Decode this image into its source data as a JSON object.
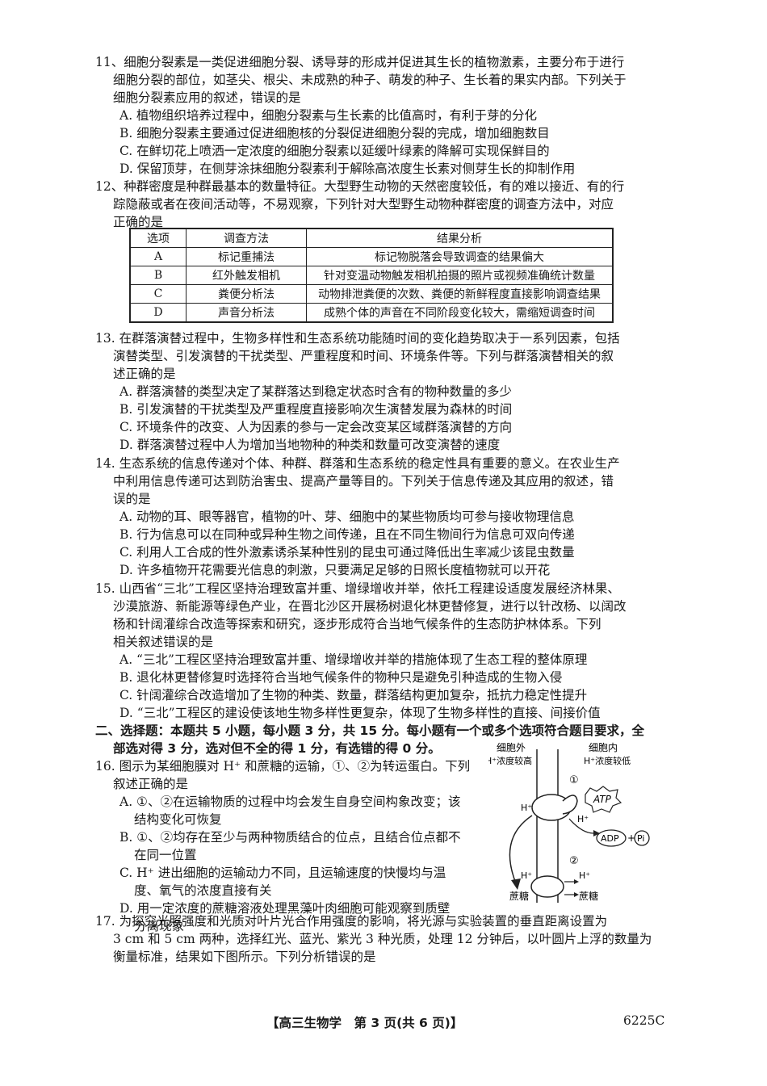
{
  "q11": {
    "stem": [
      "11、细胞分裂素是一类促进细胞分裂、诱导芽的形成并促进其生长的植物激素，主要分布于进行",
      "细胞分裂的部位，如茎尖、根尖、未成熟的种子、萌发的种子、生长着的果实内部。下列关于",
      "细胞分裂素应用的叙述，错误的是"
    ],
    "options": [
      "A. 植物组织培养过程中，细胞分裂素与生长素的比值高时，有利于芽的分化",
      "B. 细胞分裂素主要通过促进细胞核的分裂促进细胞分裂的完成，增加细胞数目",
      "C. 在鲜切花上喷洒一定浓度的细胞分裂素以延缓叶绿素的降解可实现保鲜目的",
      "D. 保留顶芽，在侧芽涂抹细胞分裂素利于解除高浓度生长素对侧芽生长的抑制作用"
    ]
  },
  "q12": {
    "stem": [
      "12、种群密度是种群最基本的数量特征。大型野生动物的天然密度较低，有的难以接近、有的行",
      "踪隐蔽或者在夜间活动等，不易观察，下列针对大型野生动物种群密度的调查方法中，对应",
      "正确的是"
    ],
    "table": {
      "headers": [
        "选项",
        "调查方法",
        "结果分析"
      ],
      "rows": [
        [
          "A",
          "标记重捕法",
          "标记物脱落会导致调查的结果偏大"
        ],
        [
          "B",
          "红外触发相机",
          "针对变温动物触发相机拍摄的照片或视频准确统计数量"
        ],
        [
          "C",
          "粪便分析法",
          "动物排泄粪便的次数、粪便的新鲜程度直接影响调查结果"
        ],
        [
          "D",
          "声音分析法",
          "成熟个体的声音在不同阶段变化较大，需缩短调查时间"
        ]
      ]
    }
  },
  "q13": {
    "stem": [
      "13. 在群落演替过程中，生物多样性和生态系统功能随时间的变化趋势取决于一系列因素，包括",
      "演替类型、引发演替的干扰类型、严重程度和时间、环境条件等。下列与群落演替相关的叙",
      "述正确的是"
    ],
    "options": [
      "A. 群落演替的类型决定了某群落达到稳定状态时含有的物种数量的多少",
      "B. 引发演替的干扰类型及严重程度直接影响次生演替发展为森林的时间",
      "C. 环境条件的改变、人为因素的参与一定会改变某区域群落演替的方向",
      "D. 群落演替过程中人为增加当地物种的种类和数量可改变演替的速度"
    ]
  },
  "q14": {
    "stem": [
      "14. 生态系统的信息传递对个体、种群、群落和生态系统的稳定性具有重要的意义。在农业生产",
      "中利用信息传递可达到防治害虫、提高产量等目的。下列关于信息传递及其应用的叙述，错",
      "误的是"
    ],
    "options": [
      "A. 动物的耳、眼等器官，植物的叶、芽、细胞中的某些物质均可参与接收物理信息",
      "B. 行为信息可以在同种或异种生物之间传递，且在不同生物间行为信息可双向传递",
      "C. 利用人工合成的性外激素诱杀某种性别的昆虫可通过降低出生率减少该昆虫数量",
      "D. 许多植物开花需要光信息的刺激，只要满足足够的日照长度植物就可以开花"
    ]
  },
  "q15": {
    "stem": [
      "15. 山西省“三北”工程区坚持治理致富并重、增绿增收并举，依托工程建设适度发展经济林果、",
      "沙漠旅游、新能源等绿色产业，在晋北沙区开展杨树退化林更替修复，进行以针改杨、以阔改",
      "杨和针阔灌综合改造等探索和研究，逐步形成符合当地气候条件的生态防护林体系。下列",
      "相关叙述错误的是"
    ],
    "options": [
      "A. “三北”工程区坚持治理致富并重、增绿增收并举的措施体现了生态工程的整体原理",
      "B. 退化林更替修复时选择符合当地气候条件的物种只是避免引种造成的生物入侵",
      "C. 针阔灌综合改造增加了生物的种类、数量，群落结构更加复杂，抵抗力稳定性提升",
      "D. “三北”工程区的建设使该地生物多样性更复杂，体现了生物多样性的直接、间接价值"
    ]
  },
  "section2": [
    "二、选择题：本题共 5 小题，每小题 3 分，共 15 分。每小题有一个或多个选项符合题目要求，全",
    "部选对得 3 分，选对但不全的得 1 分，有选错的得 0 分。"
  ],
  "q16": {
    "stem": [
      "16. 图示为某细胞膜对 H⁺ 和蔗糖的运输，①、②为转运蛋白。下列",
      "叙述正确的是"
    ],
    "options": [
      "A. ①、②在运输物质的过程中均会发生自身空间构象改变；该",
      "结构变化可恢复",
      "B. ①、②均存在至少与两种物质结合的位点，且结合位点都不",
      "在同一位置",
      "C. H⁺ 进出细胞的运输动力不同，且运输速度的快慢均与温",
      "度、氧气的浓度直接有关",
      "D. 用一定浓度的蔗糖溶液处理黑藻叶肉细胞可能观察到质壁",
      "分离现象"
    ],
    "figure": {
      "outside": "细胞外",
      "outside_conc": "H⁺浓度较高",
      "inside": "细胞内",
      "inside_conc": "H⁺浓度较低",
      "p1": "①",
      "p2": "②",
      "atp": "ATP",
      "adp": "ADP",
      "plus": "+",
      "pi": "Pi",
      "h": "H⁺",
      "sucrose": "蔗糖"
    }
  },
  "q17": {
    "stem": [
      "17. 为探究光照强度和光质对叶片光合作用强度的影响，将光源与实验装置的垂直距离设置为",
      "3 cm 和 5 cm 两种，选择红光、蓝光、紫光 3 种光质，处理 12 分钟后，以叶圆片上浮的数量为",
      "衡量标准，结果如下图所示。下列分析错误的是"
    ]
  },
  "footer": {
    "title": "【高三生物学　第 3 页(共 6 页)】",
    "code": "6225C"
  }
}
